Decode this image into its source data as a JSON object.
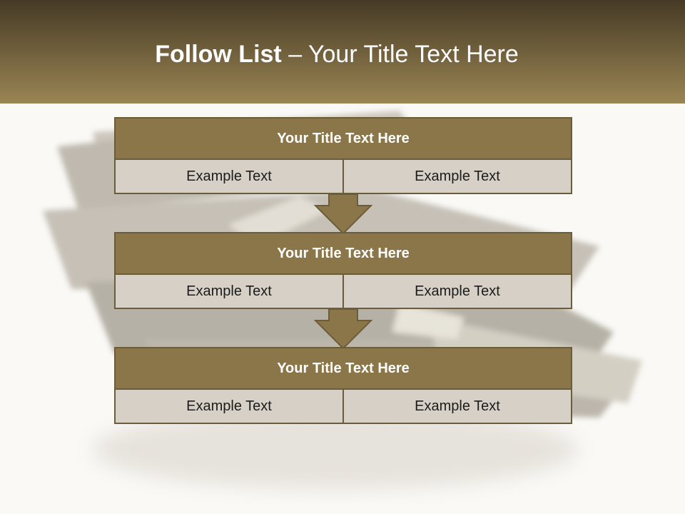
{
  "header": {
    "title_bold": "Follow List",
    "title_rest": " – Your Title Text Here"
  },
  "flow": [
    {
      "title": "Your Title Text Here",
      "left": "Example Text",
      "right": "Example Text"
    },
    {
      "title": "Your Title Text Here",
      "left": "Example Text",
      "right": "Example Text"
    },
    {
      "title": "Your Title Text Here",
      "left": "Example Text",
      "right": "Example Text"
    }
  ],
  "colors": {
    "accent": "#8a7648",
    "border": "#6b5d3c",
    "cell": "#d6d0c6"
  }
}
